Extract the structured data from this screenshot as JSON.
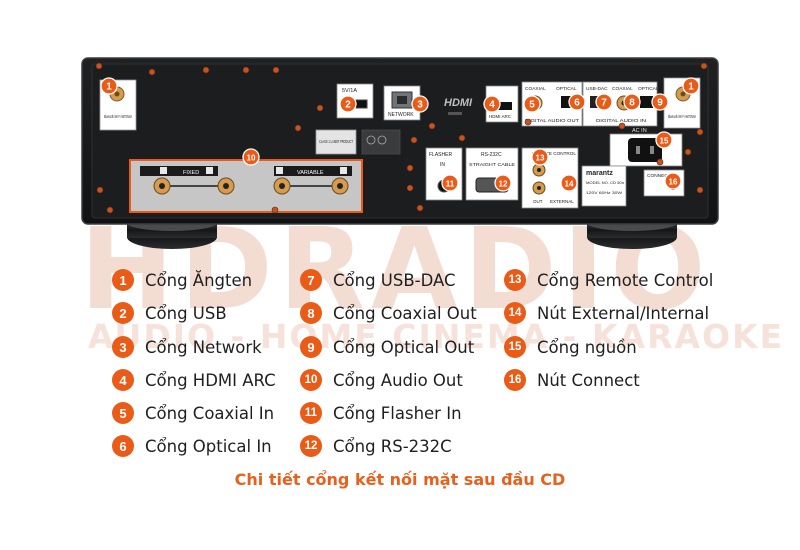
{
  "colors": {
    "accent": "#ea5b17",
    "caption": "#e8611c",
    "chassis": "#17181a",
    "panel": "#2a2b2d",
    "screw": "#c8531f",
    "copper": "#d59b4e"
  },
  "watermark": {
    "brand": "HDRADIO",
    "tagline": "AUDIO - HOME CINEMA - KARAOKE"
  },
  "device": {
    "brand": "marantz",
    "labels": {
      "antenna": "Bluetooth /Wi-Fi ANTENNA",
      "usb": "5V/1A",
      "network": "NETWORK",
      "hdmi_logo": "HDMI",
      "hdmi_arc": "HDMI ARC",
      "coaxial": "COAXIAL",
      "optical": "OPTICAL",
      "digital_audio_out": "DIGITAL AUDIO OUT",
      "usb_dac": "USB-DAC",
      "digital_audio_in": "DIGITAL AUDIO IN",
      "ac_in": "AC IN",
      "class1": "CLASS 1 LASER PRODUCT",
      "fixed": "FIXED",
      "variable": "VARIABLE",
      "flasher": "FLASHER",
      "flasher_in": "IN",
      "rs232c": "RS-232C",
      "straight_cable": "STRAIGHT CABLE",
      "remote_control": "REMOTE CONTROL",
      "external": "EXTERNAL",
      "out": "OUT",
      "model": "MODEL NO. CD 50n",
      "power": "120V 60Hz 30W",
      "connect": "CONNECT"
    }
  },
  "callouts": [
    {
      "num": "1",
      "side": "left"
    },
    {
      "num": "1",
      "side": "right"
    },
    {
      "num": "2"
    },
    {
      "num": "3"
    },
    {
      "num": "4"
    },
    {
      "num": "5"
    },
    {
      "num": "6"
    },
    {
      "num": "7"
    },
    {
      "num": "8"
    },
    {
      "num": "9"
    },
    {
      "num": "10"
    },
    {
      "num": "11"
    },
    {
      "num": "12"
    },
    {
      "num": "13"
    },
    {
      "num": "14"
    },
    {
      "num": "15"
    },
    {
      "num": "16"
    }
  ],
  "legend": [
    {
      "num": "1",
      "label": "Cổng Ăngten"
    },
    {
      "num": "2",
      "label": "Cổng USB"
    },
    {
      "num": "3",
      "label": "Cổng Network"
    },
    {
      "num": "4",
      "label": "Cổng HDMI ARC"
    },
    {
      "num": "5",
      "label": "Cổng Coaxial In"
    },
    {
      "num": "6",
      "label": "Cổng Optical In"
    },
    {
      "num": "7",
      "label": "Cổng USB-DAC"
    },
    {
      "num": "8",
      "label": "Cổng Coaxial Out"
    },
    {
      "num": "9",
      "label": "Cổng Optical Out"
    },
    {
      "num": "10",
      "label": "Cổng Audio Out"
    },
    {
      "num": "11",
      "label": "Cổng Flasher In"
    },
    {
      "num": "12",
      "label": "Cổng RS-232C"
    },
    {
      "num": "13",
      "label": "Cổng Remote Control"
    },
    {
      "num": "14",
      "label": "Nút External/Internal"
    },
    {
      "num": "15",
      "label": "Cổng nguồn"
    },
    {
      "num": "16",
      "label": "Nút Connect"
    }
  ],
  "caption": "Chi tiết cổng kết nối mặt sau đầu CD"
}
